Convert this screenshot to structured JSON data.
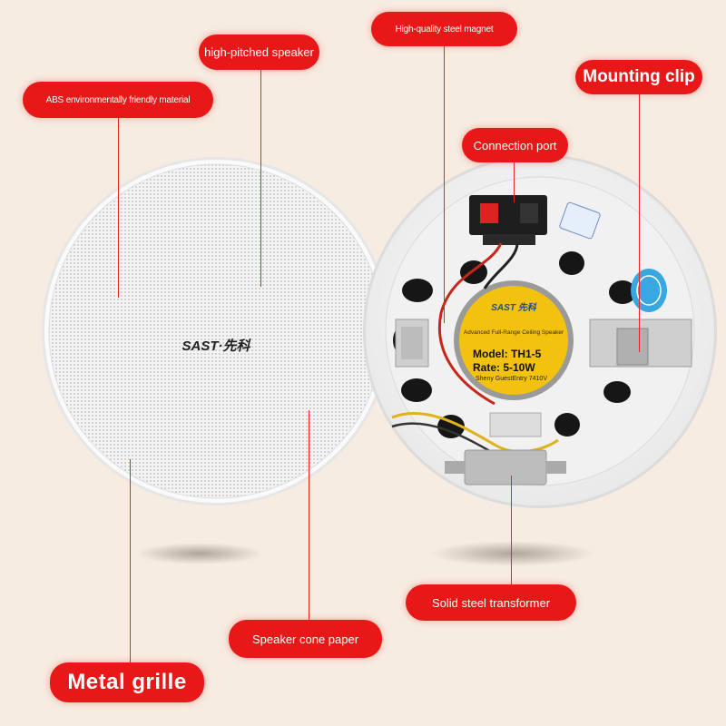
{
  "colors": {
    "background": "#f7ece1",
    "callout": "#e81818",
    "label_plate": "#f2c20f"
  },
  "callouts": {
    "abs_material": "ABS environmentally friendly material",
    "high_pitched_speaker": "high-pitched speaker",
    "steel_magnet": "High-quality steel magnet",
    "mounting_clip": "Mounting clip",
    "connection_port": "Connection port",
    "steel_transformer": "Solid steel transformer",
    "cone_paper": "Speaker cone paper",
    "metal_grille": "Metal grille"
  },
  "speaker_front": {
    "brand_logo": "SAST·先科"
  },
  "speaker_back": {
    "label_brand": "SAST 先科",
    "label_title": "Advanced Full-Range Ceiling Speaker",
    "model": "Model: TH1-5",
    "rate": "Rate: 5-10W",
    "small_print": "Sheny GuestEntry 7410V"
  }
}
